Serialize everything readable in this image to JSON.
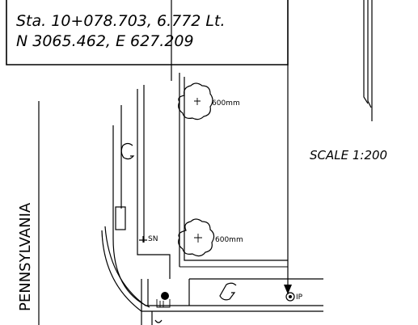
{
  "callout": {
    "station_line": "Sta. 10+078.703, 6.772 Lt.",
    "coordinate_line": "N 3065.462, E 627.209"
  },
  "scale": "SCALE 1:200",
  "street_name": "PENNSYLVANIA",
  "tree_labels": [
    "600mm",
    "600mm"
  ],
  "sign_label": "SN",
  "iron_pin_label": "IP",
  "gutter_symbols": [
    "G",
    "G"
  ]
}
